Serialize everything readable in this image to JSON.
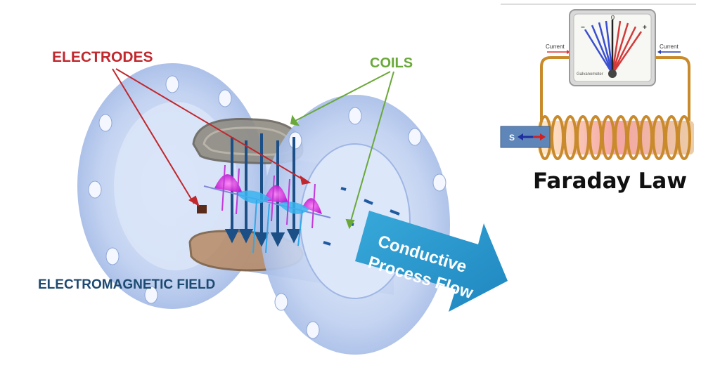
{
  "flowmeter": {
    "electrodes_label": "ELECTRODES",
    "coils_label": "COILS",
    "field_label": "ELECTROMAGNETIC FIELD",
    "flow_label_line1": "Conductive",
    "flow_label_line2": "Process Flow"
  },
  "faraday": {
    "title": "Faraday Law",
    "current_left": "Current",
    "current_right": "Current",
    "meter_label": "Galvanometer",
    "meter_zero": "0",
    "meter_minus": "−",
    "meter_plus": "+",
    "magnet_pole": "S"
  },
  "colors": {
    "electrodes": "#c0282e",
    "coils": "#6aa83a",
    "field": "#1d4a70",
    "arrow": "#2d9fd0",
    "copper": "#c98a2b"
  }
}
